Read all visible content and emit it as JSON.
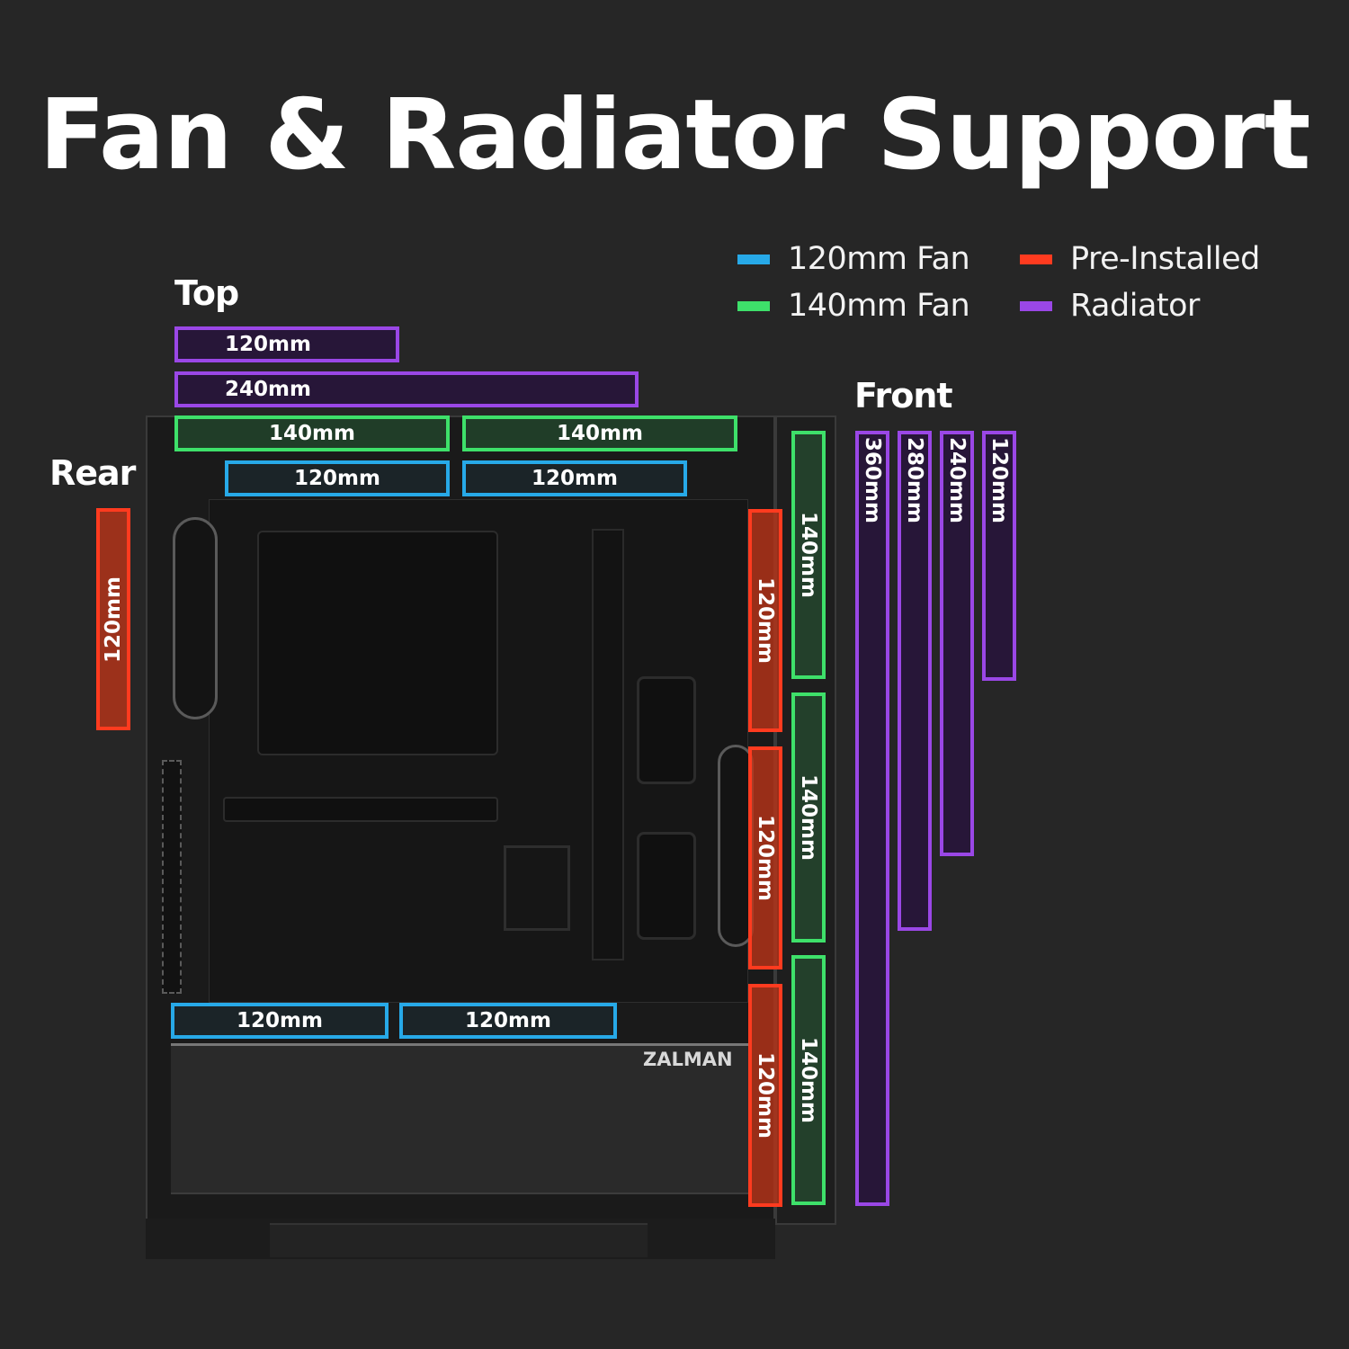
{
  "title": "Fan & Radiator Support",
  "sections": {
    "top": "Top",
    "rear": "Rear",
    "front": "Front"
  },
  "legend": [
    {
      "label": "120mm Fan",
      "color": "#27a9e8"
    },
    {
      "label": "140mm Fan",
      "color": "#3ee06a"
    },
    {
      "label": "Pre-Installed",
      "color": "#ff3b1f"
    },
    {
      "label": "Radiator",
      "color": "#9a47e6"
    }
  ],
  "brand": "ZALMAN",
  "mounts": {
    "top": {
      "radiator_120": "120mm",
      "radiator_240": "240mm",
      "fan140_a": "140mm",
      "fan140_b": "140mm",
      "fan120_a": "120mm",
      "fan120_b": "120mm"
    },
    "rear": {
      "preinstalled_120": "120mm"
    },
    "bottom": {
      "fan120_a": "120mm",
      "fan120_b": "120mm"
    },
    "front": {
      "preinstalled_120_a": "120mm",
      "preinstalled_120_b": "120mm",
      "preinstalled_120_c": "120mm",
      "fan140_a": "140mm",
      "fan140_b": "140mm",
      "fan140_c": "140mm",
      "radiator_360": "360mm",
      "radiator_280": "280mm",
      "radiator_240": "240mm",
      "radiator_120": "120mm"
    }
  },
  "colors": {
    "background": "#262626",
    "fan120": "#27a9e8",
    "fan140": "#3ee06a",
    "preinstalled": "#ff3b1f",
    "radiator": "#9a47e6"
  }
}
